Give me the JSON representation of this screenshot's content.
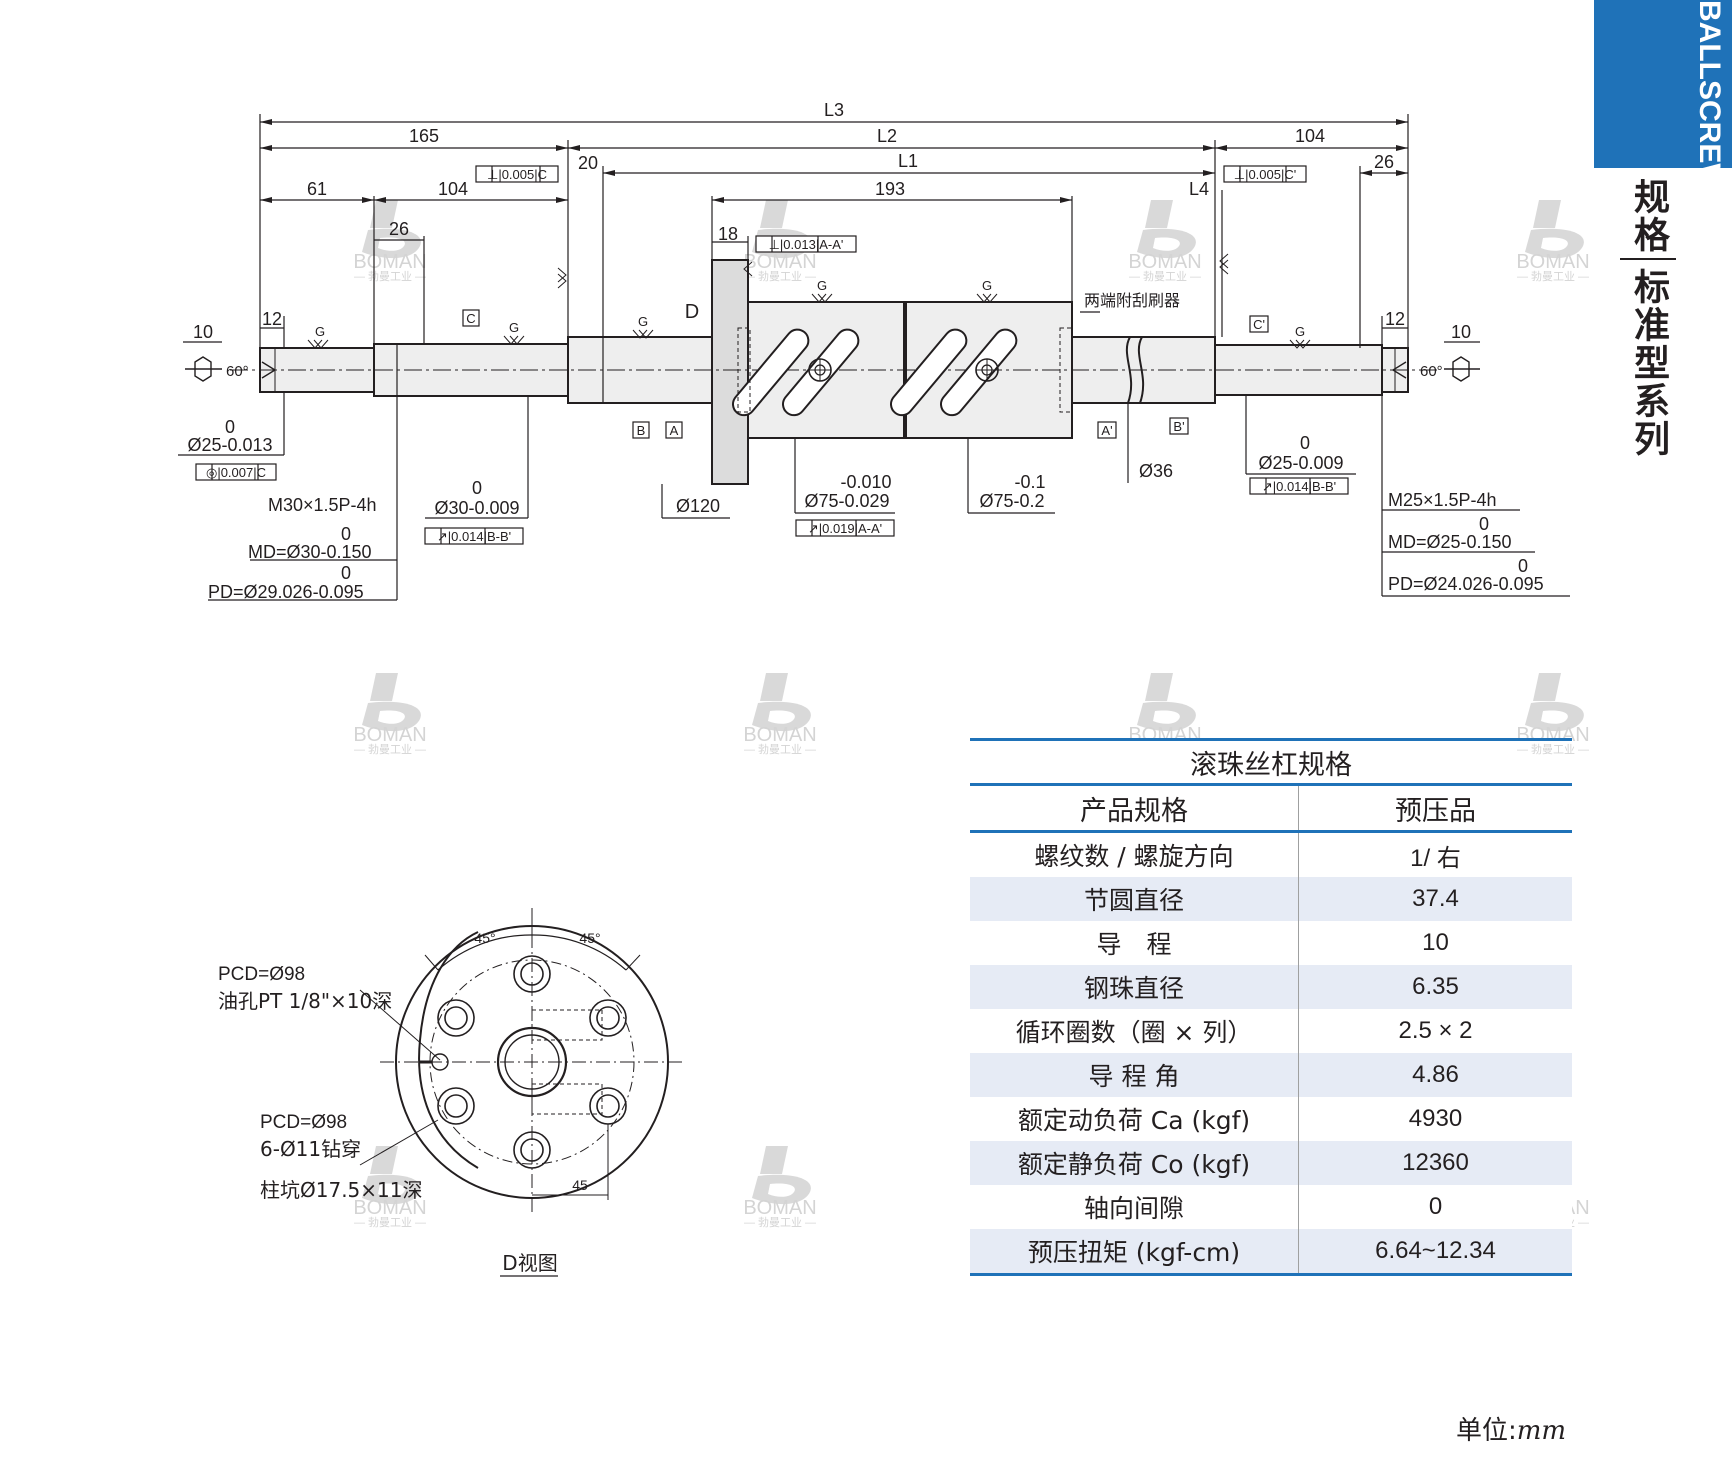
{
  "side_tab": {
    "en": "BALLSCREWS",
    "cn_top": "规格",
    "cn_bottom": "标准型系列"
  },
  "watermark": {
    "brand": "BOMAN",
    "cn": "— 勃曼工业 —"
  },
  "colors": {
    "accent": "#1f72b8",
    "row_stripe": "#e6ebf5",
    "line": "#231f20",
    "shaft_fill": "#eeeeee"
  },
  "dims": {
    "l3": "L3",
    "l2": "L2",
    "l1": "L1",
    "l4": "L4",
    "d165": "165",
    "d104a": "104",
    "d104b": "104",
    "d61": "61",
    "d26a": "26",
    "d26b": "26",
    "d20": "20",
    "d193": "193",
    "d18": "18",
    "d12a": "12",
    "d12b": "12",
    "d10a": "10",
    "d10b": "10",
    "a60a": "60°",
    "a60b": "60°",
    "g": "G",
    "d_label": "D",
    "ref_c": "C",
    "ref_c2": "C'",
    "ref_a": "A",
    "ref_b": "B",
    "ref_a2": "A'",
    "ref_b2": "B'",
    "tol_perp_c": "⊥|0.005|C",
    "tol_perp_c2": "⊥|0.005|C'",
    "tol_flange": "⊥|0.013|A-A'",
    "wiper_note": "两端附刮刷器",
    "zero": "0",
    "dia25a": "Ø25-0.013",
    "conc": "◎|0.007|C",
    "m30": "M30×1.5P-4h",
    "md30": "MD=Ø30-0.150",
    "pd29": "PD=Ø29.026-0.095",
    "dia30": "Ø30-0.009",
    "run_bb": "↗|0.014|B-B'",
    "dia120": "Ø120",
    "nut_tol_hi": "-0.010",
    "dia75a": "Ø75-0.029",
    "run_aa": "↗|0.019|A-A'",
    "neg01": "-0.1",
    "dia75b": "Ø75-0.2",
    "dia36": "Ø36",
    "dia25b": "Ø25-0.009",
    "run_bb2": "↗|0.014|B-B'",
    "m25": "M25×1.5P-4h",
    "md25": "MD=Ø25-0.150",
    "pd24": "PD=Ø24.026-0.095"
  },
  "d_view": {
    "title": "D视图",
    "angle_a": "45°",
    "angle_b": "45°",
    "dim45": "45",
    "pcd1": "PCD=Ø98",
    "oil": "油孔PT 1/8\"×10深",
    "pcd2": "PCD=Ø98",
    "holes": "6-Ø11钻穿",
    "cbore": "柱坑Ø17.5×11深"
  },
  "spec_table": {
    "caption": "滚珠丝杠规格",
    "header": [
      "产品规格",
      "预压品"
    ],
    "rows": [
      [
        "螺纹数 / 螺旋方向",
        "1/ 右"
      ],
      [
        "节圆直径",
        "37.4"
      ],
      [
        "导　程",
        "10"
      ],
      [
        "钢珠直径",
        "6.35"
      ],
      [
        "循环圈数（圈 × 列）",
        "2.5 × 2"
      ],
      [
        "导 程 角",
        "4.86"
      ],
      [
        "额定动负荷 Ca (kgf)",
        "4930"
      ],
      [
        "额定静负荷 Co (kgf)",
        "12360"
      ],
      [
        "轴向间隙",
        "0"
      ],
      [
        "预压扭矩 (kgf-cm)",
        "6.64~12.34"
      ]
    ]
  },
  "unit": {
    "label": "单位:",
    "value": "mm"
  }
}
